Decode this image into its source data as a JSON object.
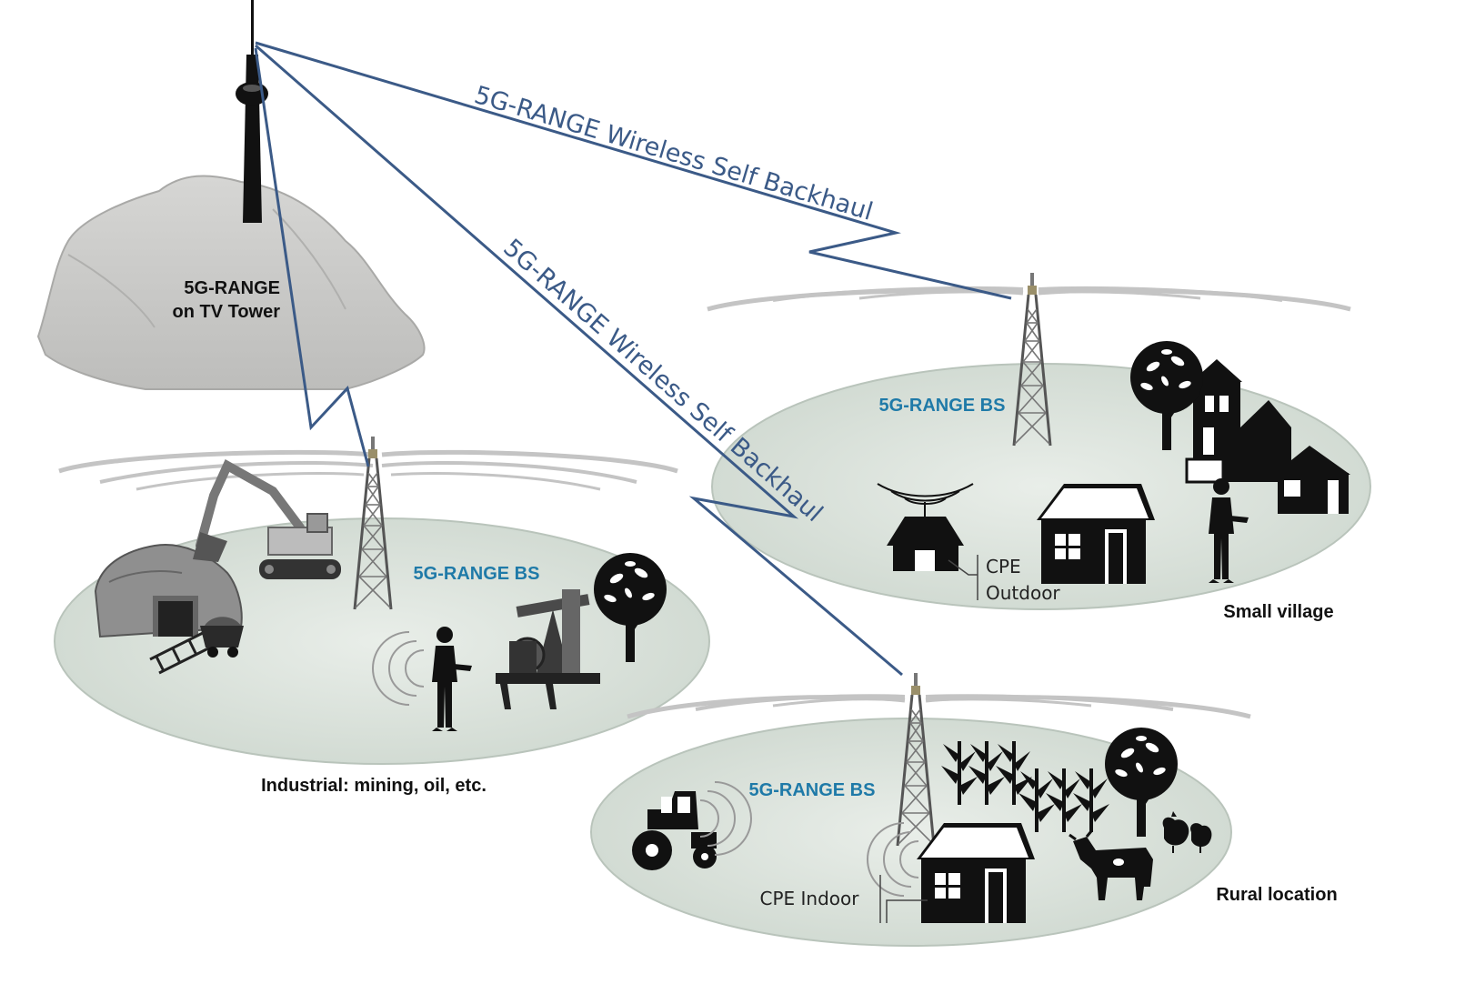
{
  "tower_label": {
    "line1": "5G-RANGE",
    "line2": "on TV Tower"
  },
  "backhaul_labels": {
    "upper": "5G-RANGE Wireless Self Backhaul",
    "lower": "5G-RANGE Wireless Self Backhaul"
  },
  "cells": {
    "industrial": {
      "bs_label": "5G-RANGE BS",
      "caption": "Industrial: mining, oil, etc."
    },
    "village": {
      "bs_label": "5G-RANGE BS",
      "caption": "Small village",
      "cpe_line1": "CPE",
      "cpe_line2": "Outdoor"
    },
    "rural": {
      "bs_label": "5G-RANGE BS",
      "caption": "Rural location",
      "cpe_label": "CPE Indoor"
    }
  },
  "colors": {
    "link_line": "#3b5a87",
    "bs_label": "#1f7aa8",
    "disc_fill": "#dfe6e0",
    "mountain": "#cccccb",
    "icons": "#111111"
  },
  "icons": [
    "tv-tower-icon",
    "mountain-icon",
    "excavator-icon",
    "mine-entrance-icon",
    "mine-cart-icon",
    "oil-pumpjack-icon",
    "tree-icon",
    "person-laptop-icon",
    "church-icon",
    "house-icon",
    "hut-antenna-icon",
    "tractor-icon",
    "corn-crop-icon",
    "cow-icon",
    "chicken-icon",
    "lattice-tower-icon"
  ]
}
